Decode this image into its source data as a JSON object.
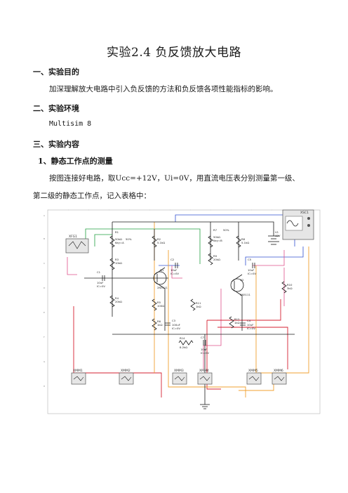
{
  "title": "实验2.4 负反馈放大电路",
  "sections": [
    {
      "heading": "一、实验目的",
      "body": "加深理解放大电路中引入负反馈的方法和负反馈各项性能指标的影响。"
    },
    {
      "heading": "二、实验环境",
      "body": "Multisim 8"
    },
    {
      "heading": "三、实验内容"
    }
  ],
  "subsection": {
    "heading": "1、静态工作点的测量",
    "line1": "按图连接好电路，取Ucc=+12V，Ui=0V，用直流电压表分别测量第一级、",
    "line2": "第二级的静态工作点，记入表格中："
  },
  "schematic": {
    "instruments": {
      "xsc1": "XSC1",
      "xfg1": "XFG1",
      "xmm": [
        "XMM1",
        "XMM2",
        "XMM3",
        "XMM4",
        "XMM5",
        "XMM6"
      ]
    },
    "components": {
      "r1": "R1",
      "r1v": "50kΩ",
      "r1k": "Key=A",
      "r1p": "50%",
      "r2": "R2",
      "r2v": "5.1kΩ",
      "r3": "R3",
      "r3v": "10kΩ",
      "r4": "R4",
      "r4v": "20kΩ",
      "r5": "R5",
      "r5v": "100Ω",
      "r6": "R6",
      "r6v": "1kΩ",
      "r7": "R7",
      "r7v": "50kΩ",
      "r7k": "Key=B",
      "r7p": "50%",
      "r8": "R8",
      "r8v": "5.1kΩ",
      "r9": "R9",
      "r9v": "20kΩ",
      "r10": "R10",
      "r10v": "3kΩ",
      "r11": "R11",
      "r11v": "1kΩ",
      "r12": "R12",
      "r12v": "1kΩ",
      "r14": "R14",
      "r14v": "8.2kΩ",
      "c1": "C1",
      "c1v": "10uF",
      "c1ic": "IC=0V",
      "c2": "C2",
      "c2v": "10uF",
      "c2ic": "IC=0V",
      "c3": "C3",
      "c3v": "100uF",
      "c3ic": "IC=0V",
      "c4": "C4",
      "c4v": "10uF",
      "c4ic": "IC=0V",
      "c5": "C5",
      "c5v": "10uF",
      "c5ic": "IC=0V",
      "c7": "C7",
      "c7v": "10uF",
      "c7ic": "IC=0V",
      "q1": "Q1",
      "q1m": "2N5111",
      "q2": "Q2",
      "q2m": "2N5111",
      "v1": "V1",
      "v1v": "12V"
    },
    "colors": {
      "red": "#d42030",
      "orange": "#f0a030",
      "blue": "#3050d0",
      "green": "#20a040",
      "pink": "#e0508a",
      "black": "#1a1a1a",
      "grid": "#bdbdbd"
    }
  }
}
